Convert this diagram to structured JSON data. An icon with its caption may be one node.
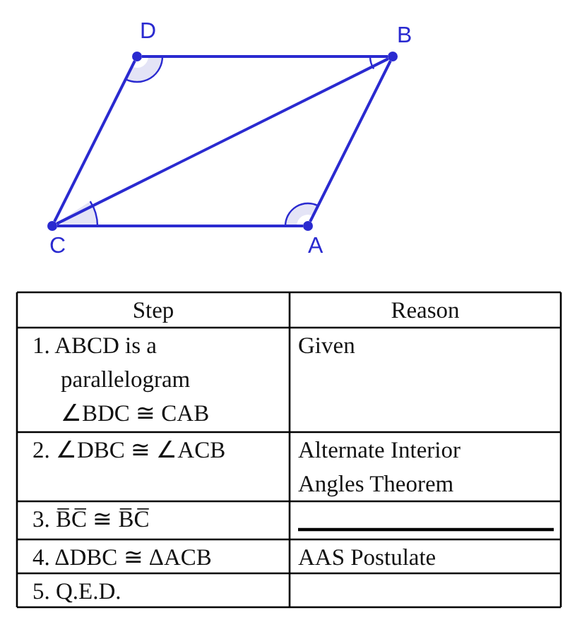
{
  "diagram": {
    "nodes": [
      {
        "text": [
          "D"
        ]
      },
      {
        "text": [
          "B"
        ]
      },
      {
        "text": [
          "C"
        ]
      },
      {
        "text": [
          "A"
        ]
      }
    ],
    "edges": [
      {
        "from": 0,
        "to": 1,
        "arrow": "none"
      },
      {
        "from": 1,
        "to": 3,
        "arrow": "none"
      },
      {
        "from": 3,
        "to": 2,
        "arrow": "none"
      },
      {
        "from": 2,
        "to": 0,
        "arrow": "none"
      },
      {
        "from": 2,
        "to": 1,
        "arrow": "none"
      }
    ],
    "labels": [
      "Step",
      "Reason",
      "1. ABCD  is a parallelogram ∠BDC ≅ CAB",
      "Given",
      "2. ∠DBC ≅ ∠ACB",
      "Alternate Interior Angles Theorem",
      "3. B̅C̅ ≅ B̅C̅",
      "4. ΔDBC ≅ ΔACB",
      "AAS Postulate",
      "5. Q.E.D."
    ]
  }
}
